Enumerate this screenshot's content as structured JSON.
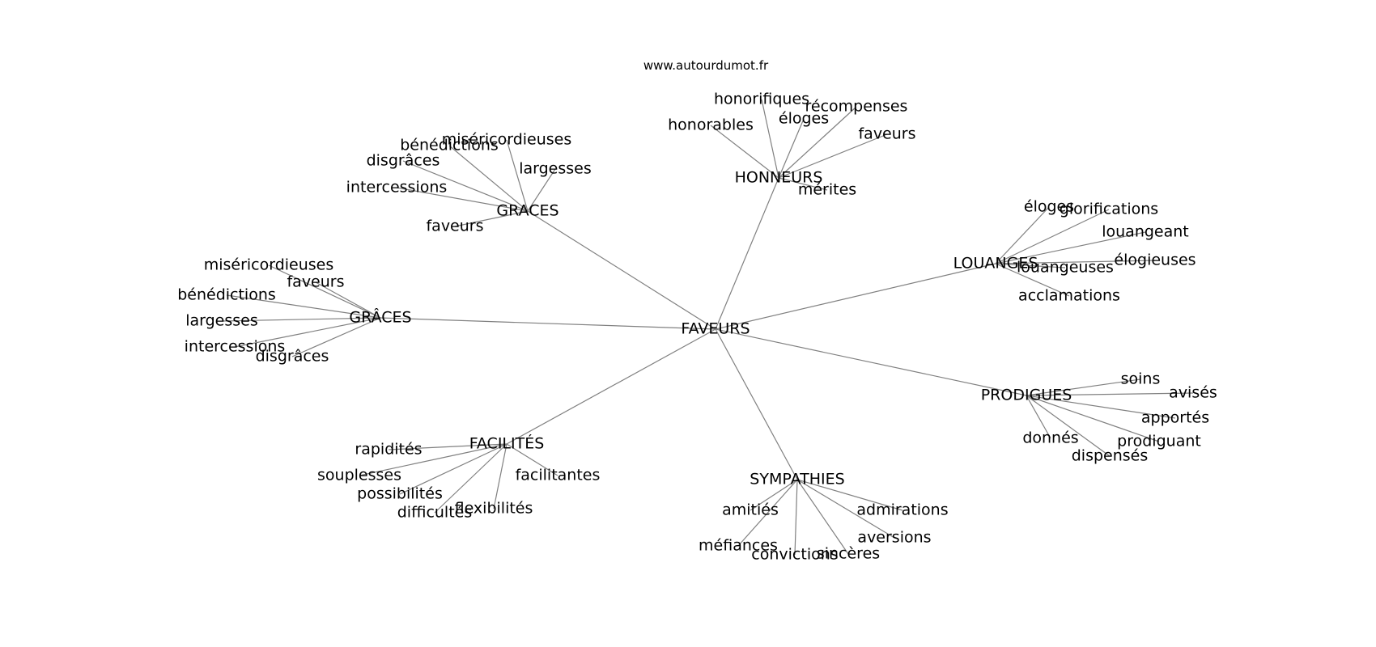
{
  "site_label": "www.autourdumot.fr",
  "graph": {
    "center": "FAVEURS",
    "clusters": [
      {
        "label": "GRACES",
        "words": [
          "miséricordieuses",
          "bénédictions",
          "disgrâces",
          "largesses",
          "intercessions",
          "faveurs"
        ]
      },
      {
        "label": "HONNEURS",
        "words": [
          "honorifiques",
          "récompenses",
          "éloges",
          "honorables",
          "faveurs",
          "mérites"
        ]
      },
      {
        "label": "LOUANGES",
        "words": [
          "éloges",
          "glorifications",
          "louangeant",
          "élogieuses",
          "louangeuses",
          "acclamations"
        ]
      },
      {
        "label": "GRÂCES",
        "words": [
          "miséricordieuses",
          "faveurs",
          "bénédictions",
          "largesses",
          "intercessions",
          "disgrâces"
        ]
      },
      {
        "label": "PRODIGUES",
        "words": [
          "soins",
          "avisés",
          "apportés",
          "prodiguant",
          "donnés",
          "dispensés"
        ]
      },
      {
        "label": "FACILITÉS",
        "words": [
          "rapidités",
          "souplesses",
          "facilitantes",
          "possibilités",
          "flexibilités",
          "difficultés"
        ]
      },
      {
        "label": "SYMPATHIES",
        "words": [
          "amitiés",
          "admirations",
          "aversions",
          "méfiances",
          "sincères",
          "convictions"
        ]
      }
    ]
  }
}
